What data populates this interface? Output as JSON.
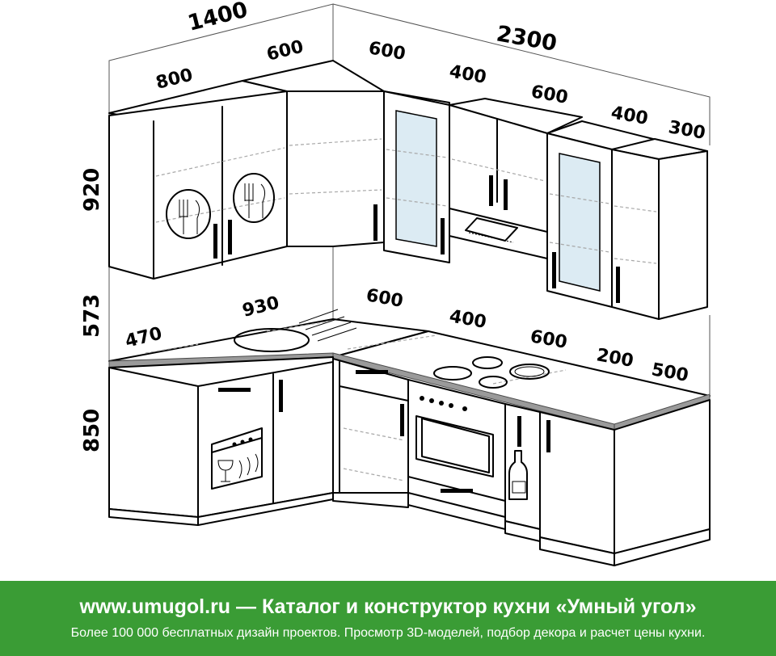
{
  "dimensions": {
    "left_wall_total": "1400",
    "right_wall_total": "2300",
    "upper_left_cabinet": "800",
    "upper_corner_left": "600",
    "upper_corner_right": "600",
    "upper_glass_cabinet": "400",
    "upper_hood_cabinet": "600",
    "upper_glass_cabinet_2": "400",
    "upper_end_cabinet": "300",
    "upper_height": "920",
    "backsplash_height": "573",
    "base_height": "850",
    "base_left_end": "470",
    "base_left_sink": "930",
    "base_corner_right": "600",
    "base_drawer": "400",
    "base_oven": "600",
    "base_bottle": "200",
    "base_end": "500"
  },
  "banner": {
    "title": "www.umugol.ru — Каталог и конструктор кухни «Умный угол»",
    "subtitle": "Более 100 000 бесплатных дизайн проектов. Просмотр 3D-моделей, подбор декора и расчет цены кухни."
  },
  "colors": {
    "banner_green": "#3a9c35",
    "countertop_gray": "#9a9a9a",
    "glass_tint": "#dcebf3"
  },
  "icons": [
    "fork-knife-icon",
    "dishwasher-icon",
    "bottle-icon",
    "cooktop-icon",
    "range-hood-icon",
    "oven-icon",
    "sink-icon"
  ]
}
